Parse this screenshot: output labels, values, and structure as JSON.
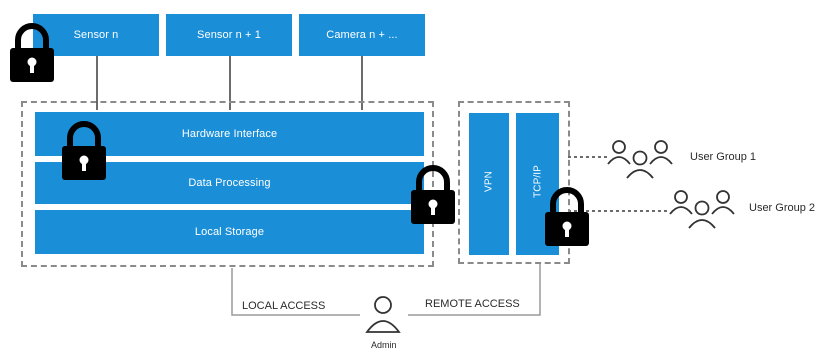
{
  "sensors": {
    "sensor_n": "Sensor n",
    "sensor_n1": "Sensor n + 1",
    "camera": "Camera n + ..."
  },
  "layers": {
    "hardware": "Hardware Interface",
    "processing": "Data Processing",
    "storage": "Local Storage"
  },
  "network": {
    "vpn": "VPN",
    "tcpip": "TCP/IP"
  },
  "groups": {
    "group1": "User Group 1",
    "group2": "User Group 2"
  },
  "access": {
    "local": "LOCAL ACCESS",
    "remote": "REMOTE ACCESS"
  },
  "admin": "Admin",
  "colors": {
    "box_blue": "#1a8fd8",
    "dash_gray": "#8a8a8a",
    "line_gray": "#9a9a9a",
    "lock_black": "#000000"
  },
  "icons": [
    "lock-icon",
    "user-group-icon",
    "admin-user-icon"
  ]
}
